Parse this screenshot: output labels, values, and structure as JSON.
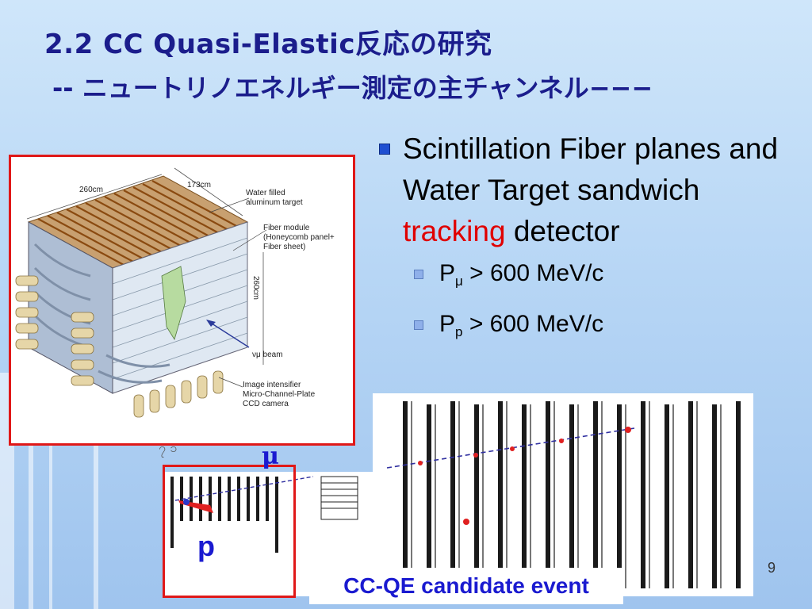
{
  "slide": {
    "title_line1": "2.2 CC Quasi-Elastic反応の研究",
    "title_line2": "-- ニュートリノエネルギー測定の主チャンネル−−−",
    "page_number": "9"
  },
  "bullets": {
    "main_part1": "Scintillation Fiber planes and Water Target sandwich ",
    "main_highlight": "tracking",
    "main_part2": " detector",
    "sub1_prefix": "P",
    "sub1_subscript": "μ",
    "sub1_rest": " > 600 MeV/c",
    "sub2_prefix": "P",
    "sub2_subscript": "p",
    "sub2_rest": " > 600 MeV/c"
  },
  "detector_figure": {
    "dim_width": "260cm",
    "dim_depth": "173cm",
    "dim_height": "260cm",
    "label_water": "Water filled\naluminum target",
    "label_fiber": "Fiber module\n(Honeycomb panel+\nFiber sheet)",
    "label_beam": "νμ beam",
    "label_image": "Image intensifier\nMicro-Channel-Plate\nCCD camera"
  },
  "event_display": {
    "mu_label": "μ",
    "p_label": "p",
    "caption": "CC-QE candidate event",
    "fragment": "၇ ၁"
  },
  "colors": {
    "title": "#1b1d8c",
    "highlight": "#e00000",
    "frame_red": "#e01818",
    "label_blue": "#1a1ad0",
    "bullet_blue": "#1f4fd1"
  }
}
